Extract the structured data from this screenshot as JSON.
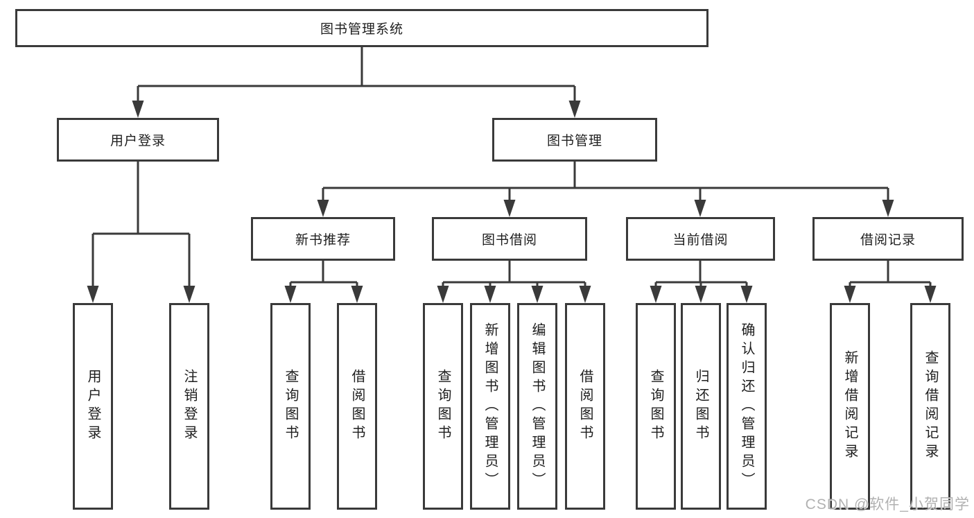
{
  "diagram": {
    "title": "图书管理系统",
    "watermark": "CSDN @软件_小贺同学",
    "colors": {
      "line": "#3a3a3a",
      "border": "#3a3a3a",
      "text": "#1e1e1e",
      "background": "#ffffff",
      "watermark": "#adadad"
    },
    "nodes": {
      "root": "图书管理系统",
      "user_login": "用户登录",
      "book_mgmt": "图书管理",
      "new_book_rec": "新书推荐",
      "book_borrow": "图书借阅",
      "current_borrow": "当前借阅",
      "borrow_records": "借阅记录",
      "leaf_user_login": "用户登录",
      "leaf_logout": "注销登录",
      "leaf_query_books_1": "查询图书",
      "leaf_borrow_books_1": "借阅图书",
      "leaf_query_books_2": "查询图书",
      "leaf_add_book_admin": "新增图书（管理员）",
      "leaf_edit_book_admin": "编辑图书（管理员）",
      "leaf_borrow_books_2": "借阅图书",
      "leaf_query_books_3": "查询图书",
      "leaf_return_books": "归还图书",
      "leaf_confirm_return_admin": "确认归还（管理员）",
      "leaf_add_borrow_record": "新增借阅记录",
      "leaf_query_borrow_record": "查询借阅记录"
    },
    "hierarchy": {
      "label": "图书管理系统",
      "children": [
        {
          "label": "用户登录",
          "children": [
            "用户登录",
            "注销登录"
          ]
        },
        {
          "label": "图书管理",
          "children": [
            {
              "label": "新书推荐",
              "children": [
                "查询图书",
                "借阅图书"
              ]
            },
            {
              "label": "图书借阅",
              "children": [
                "查询图书",
                "新增图书（管理员）",
                "编辑图书（管理员）",
                "借阅图书"
              ]
            },
            {
              "label": "当前借阅",
              "children": [
                "查询图书",
                "归还图书",
                "确认归还（管理员）"
              ]
            },
            {
              "label": "借阅记录",
              "children": [
                "新增借阅记录",
                "查询借阅记录"
              ]
            }
          ]
        }
      ]
    }
  }
}
